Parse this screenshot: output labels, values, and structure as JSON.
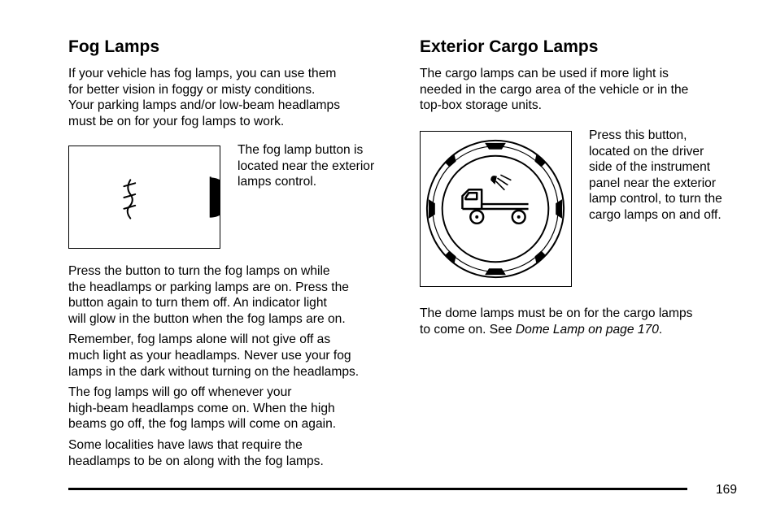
{
  "left": {
    "heading": "Fog Lamps",
    "intro": "If your vehicle has fog lamps, you can use them\nfor better vision in foggy or misty conditions.\nYour parking lamps and/or low-beam headlamps\nmust be on for your fog lamps to work.",
    "figure_caption": "The fog lamp button is\nlocated near the exterior\nlamps control.",
    "paragraphs": [
      "Press the button to turn the fog lamps on while\nthe headlamps or parking lamps are on. Press the\nbutton again to turn them off. An indicator light\nwill glow in the button when the fog lamps are on.",
      "Remember, fog lamps alone will not give off as\nmuch light as your headlamps. Never use your fog\nlamps in the dark without turning on the headlamps.",
      "The fog lamps will go off whenever your\nhigh-beam headlamps come on. When the high\nbeams go off, the fog lamps will come on again.",
      "Some localities have laws that require the\nheadlamps to be on along with the fog lamps."
    ]
  },
  "right": {
    "heading": "Exterior Cargo Lamps",
    "intro": "The cargo lamps can be used if more light is\nneeded in the cargo area of the vehicle or in the\ntop-box storage units.",
    "figure_caption": "Press this button,\nlocated on the driver\nside of the instrument\npanel near the exterior\nlamp control, to turn the\ncargo lamps on and off.",
    "closing_text": "The dome lamps must be on for the cargo lamps\nto come on. See ",
    "closing_link": "Dome Lamp on page 170",
    "closing_end": "."
  },
  "page_number": "169",
  "icons": {
    "fog_symbol": "fog-lamp-icon",
    "cargo_symbol": "cargo-lamp-button-icon"
  }
}
